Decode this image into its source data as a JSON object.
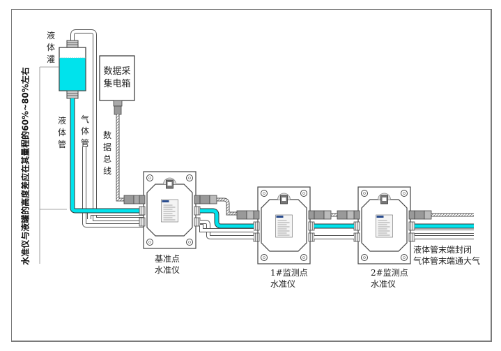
{
  "colors": {
    "liquid": "#00e3ec",
    "pipe_outline": "#555555",
    "frame": "#7a7a7a",
    "connector": "#9a9a9a"
  },
  "labels": {
    "liquid_tank": "液体灌",
    "liquid_pipe": "液体管",
    "gas_pipe": "气体管",
    "data_box": [
      "数据采",
      "集电箱"
    ],
    "data_bus": "数据总线",
    "height_note": "水准仪与液罐的高度差应在其量程的60%~80%左右",
    "end_note_1": "液体管末端封闭",
    "end_note_2": "气体管末端通大气"
  },
  "instruments": [
    {
      "id": "reference",
      "line1": "基准点",
      "line2": "水准仪"
    },
    {
      "id": "monitor-1",
      "line1": "1#监测点",
      "line2": "水准仪"
    },
    {
      "id": "monitor-2",
      "line1": "2#监测点",
      "line2": "水准仪"
    }
  ]
}
